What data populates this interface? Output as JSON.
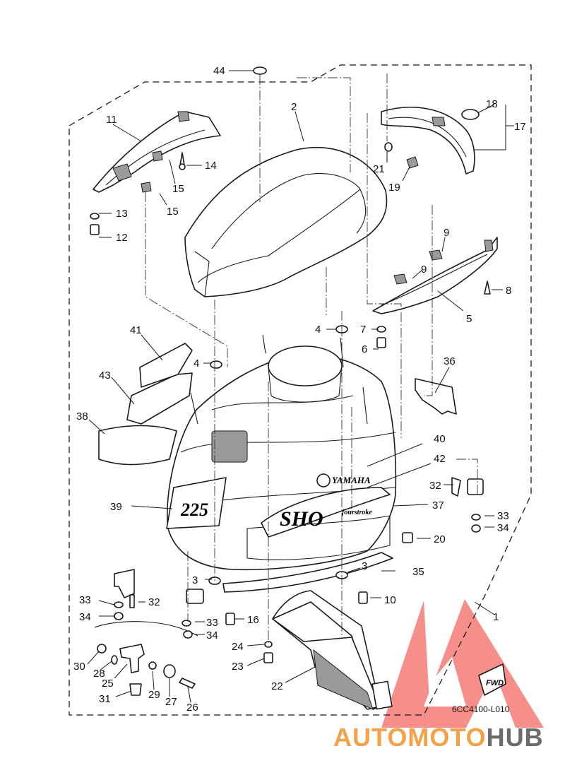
{
  "diagram": {
    "reference_code": "6CC4100-L010",
    "fwd_label": "FWD",
    "brand_text": "YAMAHA",
    "model_decal": "225",
    "decal_script": "SHO",
    "decal_sub": "fourstroke",
    "watermark": {
      "part1": "AUTOMOTO",
      "part2": "HUB",
      "color1": "#f4a24a",
      "color2": "#6b6b6b",
      "triangle_color": "#f36a63"
    },
    "part_numbers": [
      "44",
      "2",
      "18",
      "17",
      "11",
      "14",
      "15",
      "21",
      "19",
      "13",
      "12",
      "15",
      "9",
      "9",
      "8",
      "5",
      "41",
      "4",
      "7",
      "6",
      "4",
      "43",
      "36",
      "38",
      "40",
      "42",
      "39",
      "32",
      "37",
      "33",
      "34",
      "20",
      "3",
      "35",
      "3",
      "10",
      "33",
      "32",
      "16",
      "1",
      "34",
      "33",
      "34",
      "24",
      "30",
      "28",
      "25",
      "29",
      "23",
      "22",
      "31",
      "27",
      "26"
    ]
  }
}
